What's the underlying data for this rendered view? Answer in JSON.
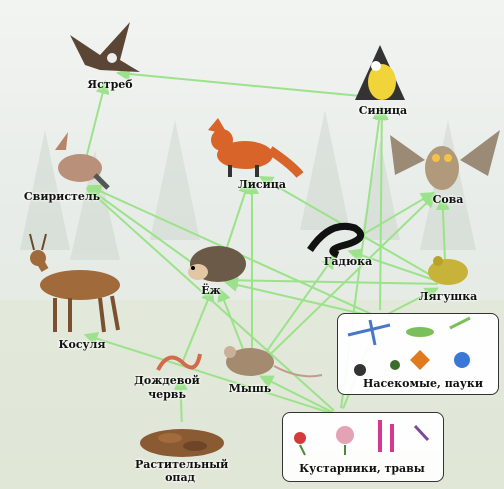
{
  "nodes": {
    "hawk": "Ястреб",
    "tit": "Синица",
    "waxwing": "Свиристель",
    "fox": "Лисица",
    "owl": "Сова",
    "viper": "Гадюка",
    "roe_deer": "Косуля",
    "hedgehog": "Ёж",
    "frog": "Лягушка",
    "insects": "Насекомые, пауки",
    "earthworm": "Дождевой червь",
    "mouse": "Мышь",
    "litter": "Растительный опад",
    "shrubs": "Кустарники, травы"
  },
  "links": [
    [
      "waxwing",
      "hawk"
    ],
    [
      "tit",
      "hawk"
    ],
    [
      "shrubs",
      "tit"
    ],
    [
      "insects",
      "tit"
    ],
    [
      "hedgehog",
      "fox"
    ],
    [
      "mouse",
      "fox"
    ],
    [
      "frog",
      "fox"
    ],
    [
      "hedgehog",
      "waxwing"
    ],
    [
      "insects",
      "waxwing"
    ],
    [
      "shrubs",
      "waxwing"
    ],
    [
      "mouse",
      "owl"
    ],
    [
      "frog",
      "owl"
    ],
    [
      "viper",
      "owl"
    ],
    [
      "frog",
      "viper"
    ],
    [
      "mouse",
      "viper"
    ],
    [
      "insects",
      "hedgehog"
    ],
    [
      "earthworm",
      "hedgehog"
    ],
    [
      "mouse",
      "hedgehog"
    ],
    [
      "frog",
      "hedgehog"
    ],
    [
      "insects",
      "frog"
    ],
    [
      "shrubs",
      "roe_deer"
    ],
    [
      "shrubs",
      "mouse"
    ],
    [
      "litter",
      "earthworm"
    ],
    [
      "shrubs",
      "insects"
    ]
  ],
  "colors": {
    "arrow": "#9be28a",
    "frame": "#333333"
  }
}
